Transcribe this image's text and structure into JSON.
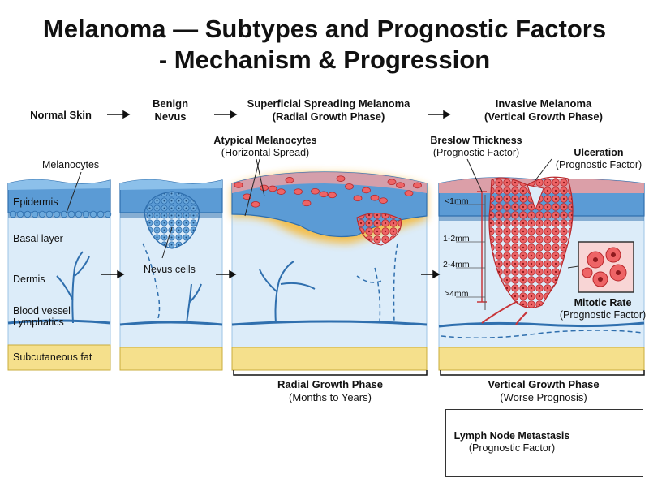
{
  "title": {
    "line1": "Melanoma — Subtypes and Prognostic Factors",
    "line2": "- Mechanism & Progression"
  },
  "stages": {
    "normal": "Normal Skin",
    "benign_l1": "Benign",
    "benign_l2": "Nevus",
    "ssm_l1": "Superficial Spreading Melanoma",
    "ssm_l2": "(Radial Growth Phase)",
    "inv_l1": "Invasive Melanoma",
    "inv_l2": "(Vertical Growth Phase)"
  },
  "labels": {
    "melanocytes": "Melanocytes",
    "epidermis": "Epidermis",
    "basal": "Basal layer",
    "dermis": "Dermis",
    "blood_vessel": "Blood vessel",
    "lymphatics": "Lymphatics",
    "fat": "Subcutaneous fat",
    "nevus_cells": "Nevus cells",
    "atypical_l1": "Atypical Melanocytes",
    "atypical_l2": "(Horizontal Spread)",
    "breslow_l1": "Breslow Thickness",
    "breslow_l2": "(Prognostic Factor)",
    "ulcer_l1": "Ulceration",
    "ulcer_l2": "(Prognostic Factor)",
    "mitotic_l1": "Mitotic Rate",
    "mitotic_l2": "(Prognostic Factor)",
    "depth1": "<1mm",
    "depth2": "1-2mm",
    "depth3": "2-4mm",
    "depth4": ">4mm"
  },
  "phases": {
    "radial_l1": "Radial Growth Phase",
    "radial_l2": "(Months to Years)",
    "vertical_l1": "Vertical Growth Phase",
    "vertical_l2": "(Worse Prognosis)"
  },
  "lymph": {
    "l1": "Lymph Node Metastasis",
    "l2": "(Prognostic Factor)"
  },
  "colors": {
    "epidermis": "#5b9bd5",
    "dermis": "#dcecf9",
    "fat": "#f5e08c",
    "tumor": "#e8585a",
    "glow": "#f7b733",
    "outline": "#2f6fae"
  }
}
